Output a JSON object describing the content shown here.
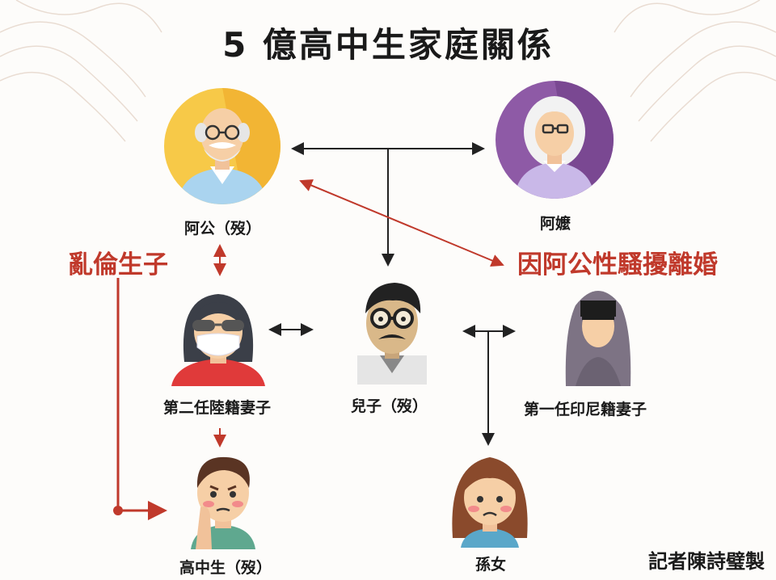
{
  "title": "5 億高中生家庭關係",
  "people": {
    "grandfather": "阿公（歿）",
    "grandmother": "阿嬤",
    "son": "兒子（歿）",
    "second_wife": "第二任陸籍妻子",
    "first_wife": "第一任印尼籍妻子",
    "student": "高中生（歿）",
    "granddaughter": "孫女"
  },
  "annotations": {
    "incest": "亂倫生子",
    "divorce": "因阿公性騷擾離婚"
  },
  "credit": "記者陳詩璧製",
  "colors": {
    "accent_red": "#c0392b",
    "line_black": "#222222",
    "grandfather_bg": "#f7c948",
    "grandmother_bg": "#8e5aa6"
  }
}
